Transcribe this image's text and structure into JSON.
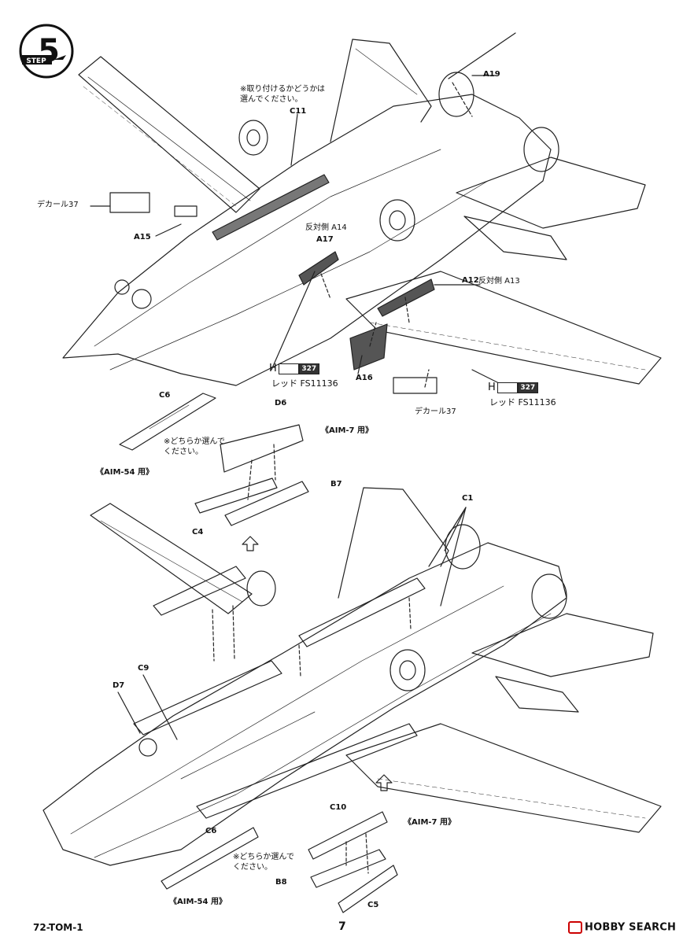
{
  "step": {
    "number": "5",
    "label": "STEP"
  },
  "top": {
    "note_select": "※取り付けるかどうかは\n選んでください。",
    "parts": {
      "a19": "A19",
      "c11": "C11",
      "a15": "A15",
      "a17": "A17",
      "a14_label": "反対側 A14",
      "a12": "A12",
      "a13_label": "反対側 A13",
      "a16": "A16",
      "decal37_left": "デカール37",
      "decal37_bottom": "デカール37"
    },
    "paint_left": {
      "letter": "H",
      "code": "327",
      "name": "レッド FS11136"
    },
    "paint_right": {
      "letter": "H",
      "code": "327",
      "name": "レッド FS11136"
    }
  },
  "mid": {
    "c6": "C6",
    "d6": "D6",
    "b7": "B7",
    "c4": "C4",
    "note_either": "※どちらか選んで\nください。",
    "aim7": "《AIM-7 用》",
    "aim54": "《AIM-54 用》"
  },
  "bottom": {
    "c1": "C1",
    "c9": "C9",
    "d7": "D7",
    "c10": "C10",
    "c6": "C6",
    "b8": "B8",
    "c5": "C5",
    "note_either": "※どちらか選んで\nください。",
    "aim7": "《AIM-7 用》",
    "aim54": "《AIM-54 用》"
  },
  "footer": {
    "code": "72-TOM-1",
    "page": "7",
    "brand": "HOBBY SEARCH"
  }
}
